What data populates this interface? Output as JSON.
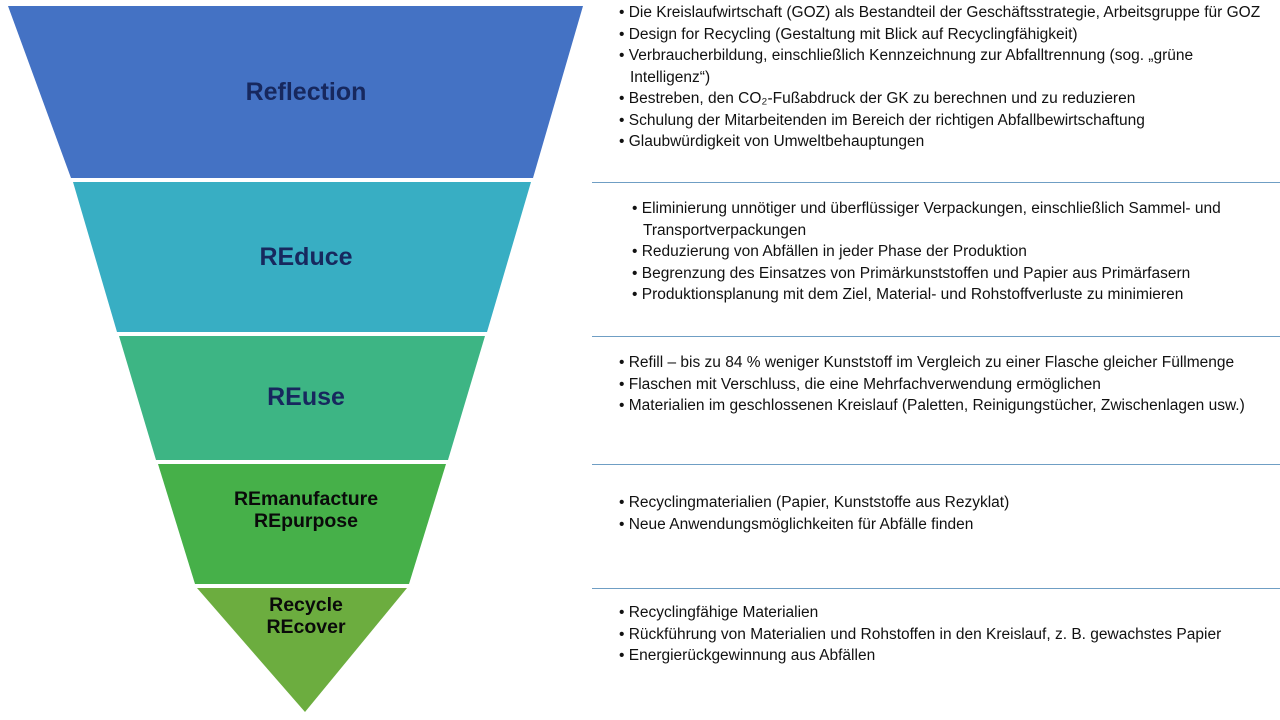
{
  "diagram": {
    "title": "REflection / REduce / REuse / REmanufacture / Recycle Pyramide",
    "shape": "inverted-pyramid",
    "divider_color": "#6f9ec4",
    "tiers": [
      {
        "label": "Reflection",
        "color": "#4472C4",
        "label_color": "#17285e",
        "bullets": [
          "Die Kreislaufwirtschaft (GOZ) als Bestandteil der Geschäftsstrategie, Arbeitsgruppe für GOZ",
          "Design for Recycling (Gestaltung mit Blick auf Recyclingfähigkeit)",
          "Verbraucherbildung, einschließlich Kennzeichnung zur Abfalltrennung (sog. „grüne Intelligenz“)",
          "Bestreben, den CO₂-Fußabdruck der GK zu berechnen und zu reduzieren",
          "Schulung der Mitarbeitenden im Bereich der richtigen Abfallbewirtschaftung",
          "Glaubwürdigkeit von Umweltbehauptungen"
        ]
      },
      {
        "label": "REduce",
        "color": "#38AEC3",
        "label_color": "#17285e",
        "bullets": [
          "Eliminierung unnötiger und überflüssiger Verpackungen, einschließlich Sammel- und Transportverpackungen",
          "Reduzierung von Abfällen in jeder Phase der Produktion",
          "Begrenzung des Einsatzes von Primärkunststoffen und Papier aus Primärfasern",
          "Produktionsplanung mit dem Ziel, Material- und Rohstoffverluste zu minimieren"
        ]
      },
      {
        "label": "REuse",
        "color": "#3DB584",
        "label_color": "#17285e",
        "bullets": [
          "Refill – bis zu 84 % weniger Kunststoff im Vergleich zu einer Flasche gleicher Füllmenge",
          "Flaschen mit Verschluss, die eine Mehrfachverwendung ermöglichen",
          "Materialien im geschlossenen Kreislauf (Paletten, Reinigungstücher, Zwischenlagen usw.)"
        ]
      },
      {
        "label": "REmanufacture\nREpurpose",
        "color": "#46B049",
        "label_color": "#0a0a0a",
        "bullets": [
          "Recyclingmaterialien (Papier, Kunststoffe aus Rezyklat)",
          "Neue Anwendungsmöglichkeiten für Abfälle finden"
        ]
      },
      {
        "label": "Recycle\nREcover",
        "color": "#6CAD3F",
        "label_color": "#0a0a0a",
        "bullets": [
          "Recyclingfähige Materialien",
          "Rückführung von Materialien und Rohstoffen in den Kreislauf, z. B. gewachstes Papier",
          "Energierückgewinnung aus Abfällen"
        ]
      }
    ]
  }
}
